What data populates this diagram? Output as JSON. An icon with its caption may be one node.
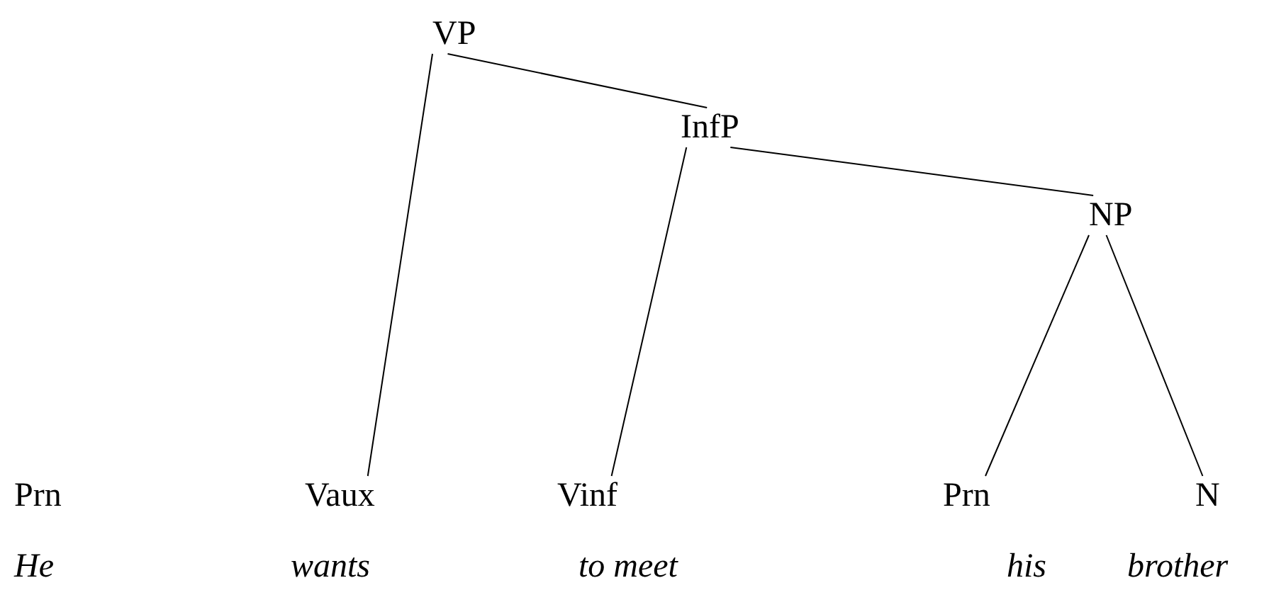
{
  "diagram": {
    "nodes": [
      {
        "text": [
          "VP"
        ]
      },
      {
        "text": [
          "InfP"
        ]
      },
      {
        "text": [
          "NP"
        ]
      },
      {
        "text": [
          "Prn"
        ]
      },
      {
        "text": [
          "Vaux"
        ]
      },
      {
        "text": [
          "Vinf"
        ]
      },
      {
        "text": [
          "Prn"
        ]
      },
      {
        "text": [
          "N"
        ]
      }
    ],
    "edges": [
      {
        "from": 0,
        "to": 1,
        "arrow": "none"
      },
      {
        "from": 1,
        "to": 2,
        "arrow": "none"
      },
      {
        "from": 0,
        "to": 4,
        "arrow": "none"
      },
      {
        "from": 1,
        "to": 5,
        "arrow": "none"
      },
      {
        "from": 2,
        "to": 6,
        "arrow": "none"
      },
      {
        "from": 2,
        "to": 7,
        "arrow": "none"
      }
    ],
    "labels": [
      "He",
      "wants",
      "to meet",
      "his",
      "brother"
    ]
  }
}
